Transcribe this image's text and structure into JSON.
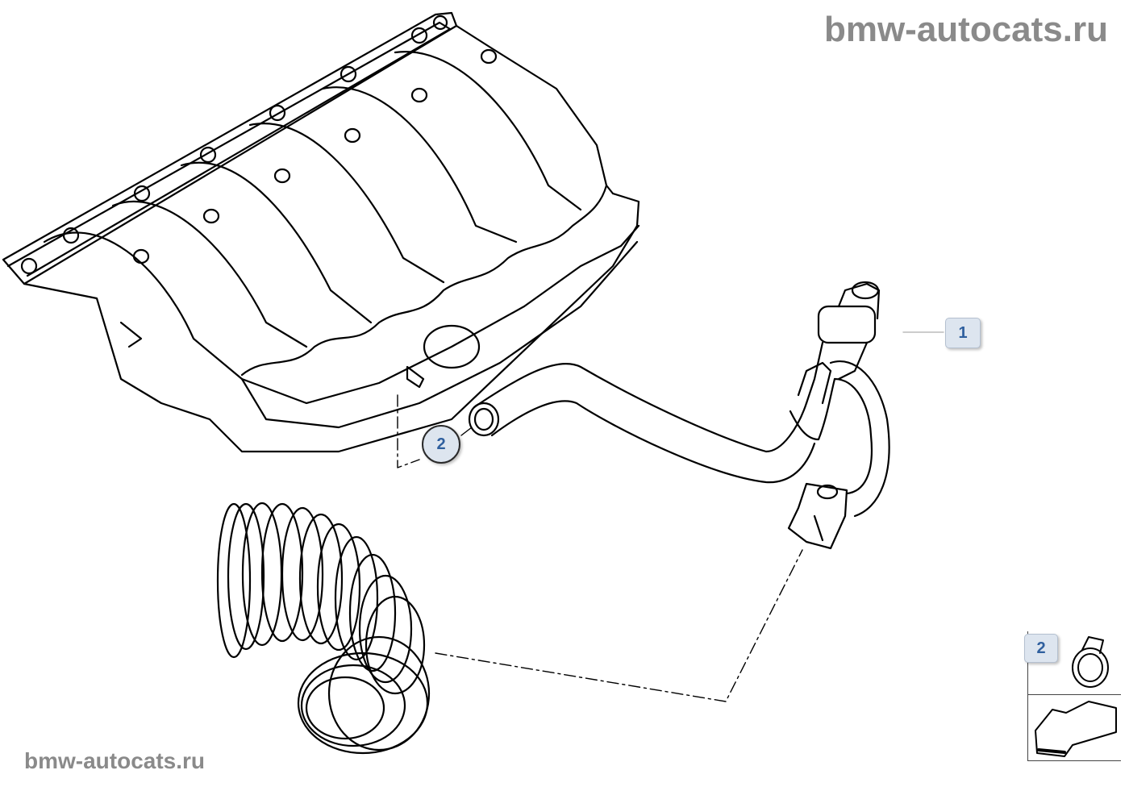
{
  "watermark": {
    "top": "bmw-autocats.ru",
    "bottom": "bmw-autocats.ru"
  },
  "callouts": {
    "part_1": "1",
    "part_2": "2",
    "legend_part_2": "2"
  },
  "icons": {
    "hose_clamp": "hose-clamp-icon",
    "navigation_arrow": "arrow-icon"
  },
  "colors": {
    "line": "#000000",
    "callout_text": "#2f5f9e",
    "callout_fill": "#dde5ef",
    "watermark": "#8a8a8a"
  }
}
